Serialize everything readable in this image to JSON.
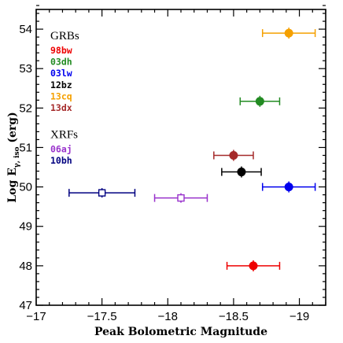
{
  "chart_data": {
    "type": "scatter",
    "xlabel": "Peak Bolometric Magnitude",
    "ylabel": "Log Eγ, iso (erg)",
    "xlim": [
      -17,
      -19.2
    ],
    "ylim": [
      47,
      54.5
    ],
    "x_ticks": [
      -17,
      -17.5,
      -18,
      -18.5,
      -19
    ],
    "x_tick_labels": [
      "−17",
      "−17.5",
      "−18",
      "−18.5",
      "−19"
    ],
    "y_ticks": [
      47,
      48,
      49,
      50,
      51,
      52,
      53,
      54
    ],
    "grid": false,
    "legend_groups": [
      {
        "heading": "GRBs",
        "items": [
          "98bw",
          "03dh",
          "03lw",
          "12bz",
          "13cq",
          "13dx"
        ]
      },
      {
        "heading": "XRFs",
        "items": [
          "06aj",
          "10bh"
        ]
      }
    ],
    "series": [
      {
        "name": "98bw",
        "color": "#ee0000",
        "marker": "filled-circle",
        "x": -18.65,
        "y": 48.0,
        "xerr": 0.2
      },
      {
        "name": "03dh",
        "color": "#228b22",
        "marker": "filled-circle",
        "x": -18.7,
        "y": 52.17,
        "xerr": 0.15
      },
      {
        "name": "03lw",
        "color": "#0000ee",
        "marker": "filled-circle",
        "x": -18.92,
        "y": 50.0,
        "xerr": 0.2
      },
      {
        "name": "12bz",
        "color": "#000000",
        "marker": "filled-circle",
        "x": -18.56,
        "y": 50.38,
        "xerr": 0.15
      },
      {
        "name": "13cq",
        "color": "#f5a000",
        "marker": "filled-circle",
        "x": -18.92,
        "y": 53.9,
        "xerr": 0.2
      },
      {
        "name": "13dx",
        "color": "#a52a2a",
        "marker": "filled-circle",
        "x": -18.5,
        "y": 50.8,
        "xerr": 0.15
      },
      {
        "name": "06aj",
        "color": "#9932cc",
        "marker": "open-square",
        "x": -18.1,
        "y": 49.72,
        "xerr": 0.2
      },
      {
        "name": "10bh",
        "color": "#000080",
        "marker": "open-square",
        "x": -17.5,
        "y": 49.85,
        "xerr": 0.25
      }
    ]
  }
}
